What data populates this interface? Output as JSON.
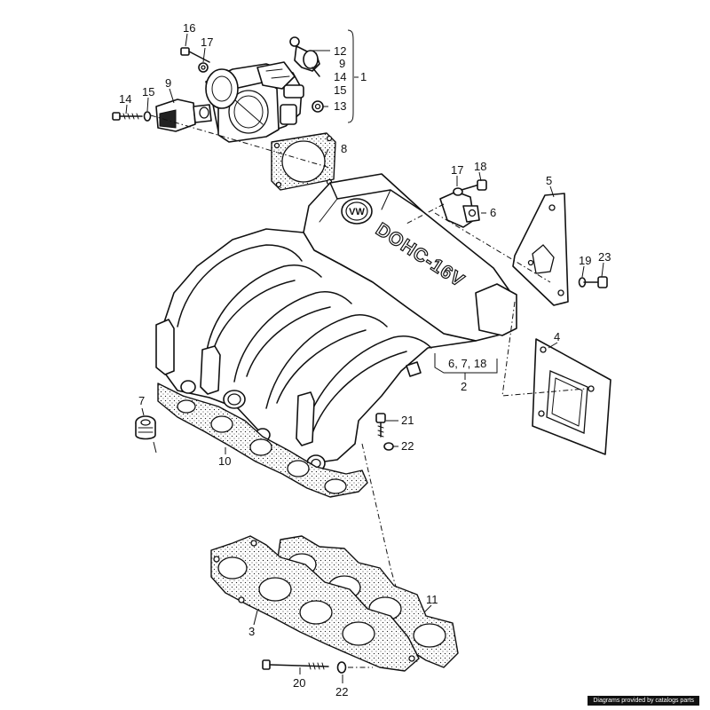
{
  "callouts": {
    "c1": "1",
    "c2": "2",
    "c3": "3",
    "c4": "4",
    "c5": "5",
    "c6": "6",
    "c7": "7",
    "c8": "8",
    "c9": "9",
    "c10": "10",
    "c11": "11",
    "c12": "12",
    "c13": "13",
    "c14": "14",
    "c15": "15",
    "c16": "16",
    "c17": "17",
    "c18": "18",
    "c19": "19",
    "c20": "20",
    "c21": "21",
    "c22": "22",
    "c23": "23",
    "group1_9": "9",
    "group1_14": "14",
    "group1_15": "15",
    "c14_left": "14",
    "c15_left": "15",
    "c17_top": "17",
    "c17_mid": "17",
    "c18_mid": "18",
    "c22_bottom": "22",
    "group2_label": "6,  7,  18"
  },
  "manifold_emboss": "DOHC-16V",
  "logo_text": "VW",
  "credit": "Diagrams provided by catalogs parts"
}
